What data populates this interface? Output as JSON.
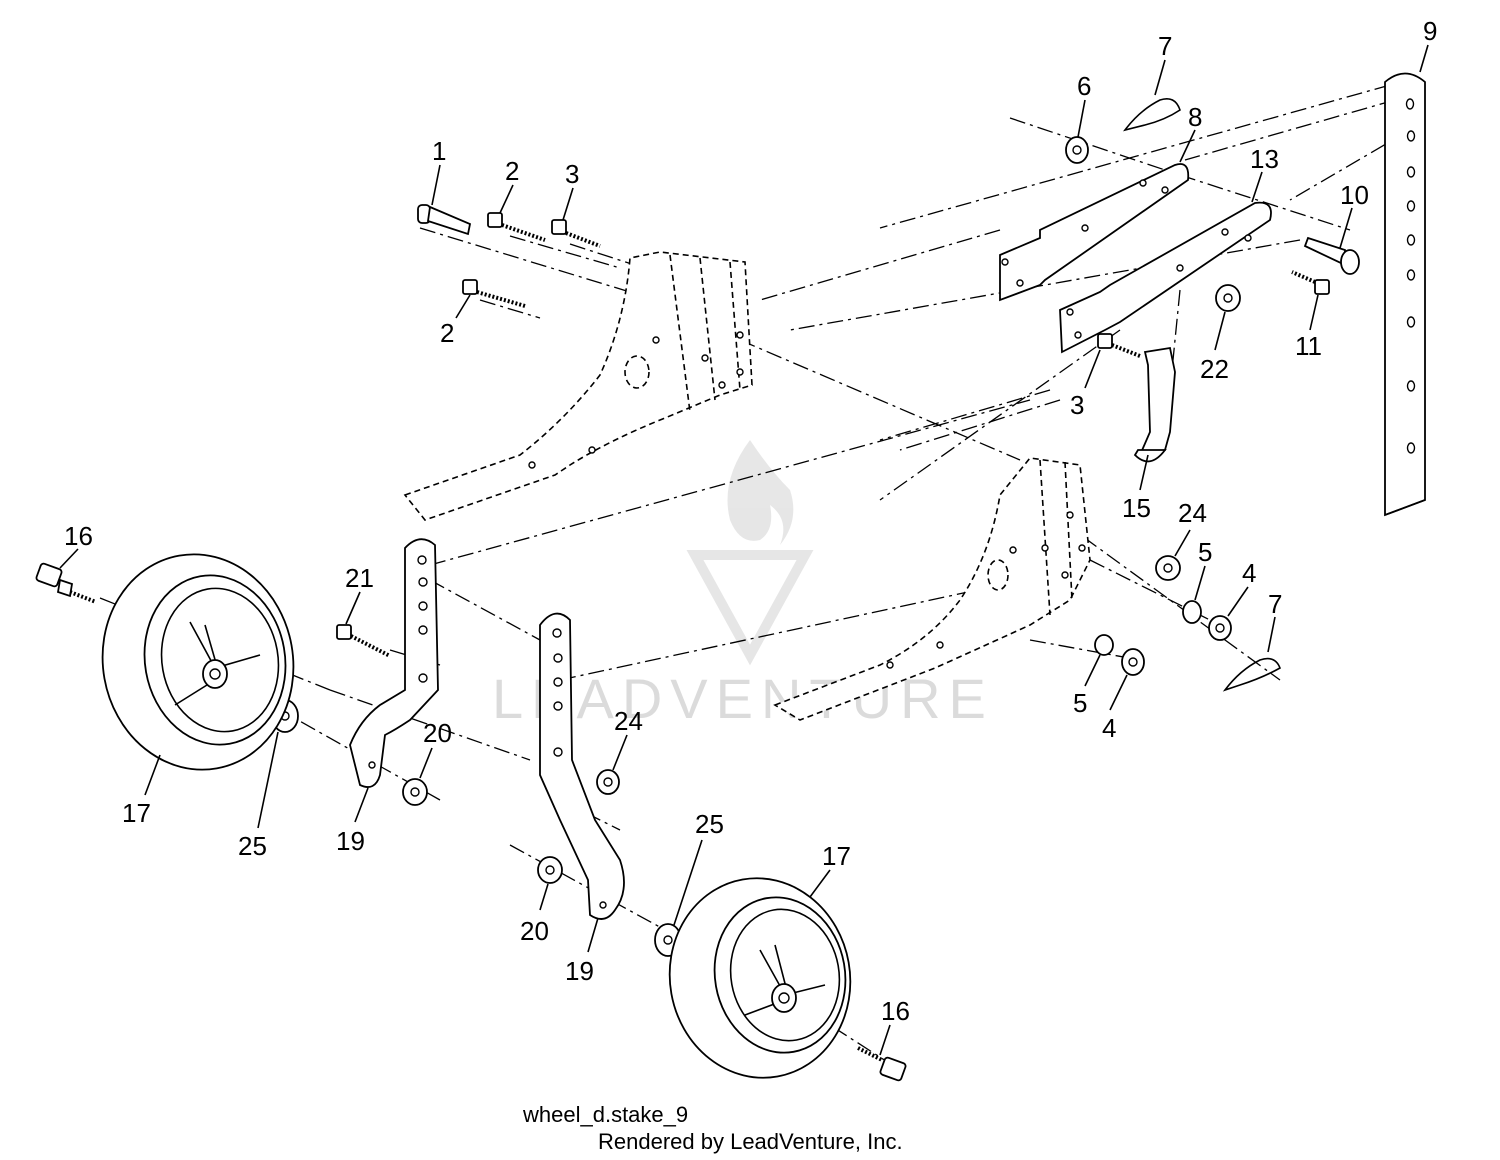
{
  "diagram": {
    "caption_line1": "wheel_d.stake_9",
    "caption_line2": "Rendered by LeadVenture, Inc.",
    "watermark": "LEADVENTURE",
    "callouts": [
      "1",
      "2",
      "3",
      "2",
      "6",
      "7",
      "8",
      "9",
      "13",
      "10",
      "11",
      "22",
      "3",
      "15",
      "24",
      "5",
      "4",
      "7",
      "5",
      "4",
      "16",
      "17",
      "25",
      "21",
      "19",
      "20",
      "24",
      "25",
      "17",
      "20",
      "19",
      "16"
    ]
  }
}
